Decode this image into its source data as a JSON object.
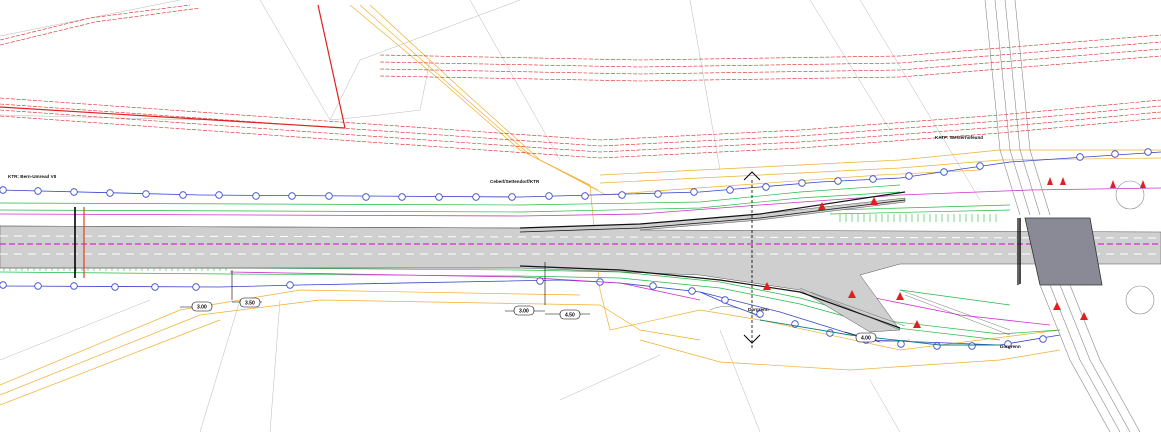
{
  "labels": {
    "ktr_left": "KTR: Bern-Umread VII",
    "ktr_mid": "Ceberl/Settendorf/KTR",
    "ktr_right": "KATF: Westerhofeund",
    "station_left": "Dorgrenn",
    "station_right": "Dorgrenn"
  },
  "dimensions": {
    "dim_1": "3.00",
    "dim_2": "3.50",
    "dim_3": "3.00",
    "dim_4": "4.50",
    "dim_5": "4.00"
  },
  "colors": {
    "pipeline": "#e02020",
    "boundary": "#f0b030",
    "road": "#c9c9c9",
    "lane_marking": "#ffffff",
    "median": "#cc33cc",
    "green": "#22bb44",
    "blue": "#3344cc",
    "bridge": "#7a7a88"
  }
}
